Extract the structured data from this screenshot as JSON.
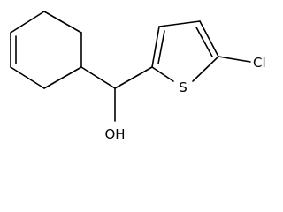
{
  "atoms": {
    "sulfur": "S",
    "chlorine": "Cl",
    "hydroxyl": "OH"
  }
}
